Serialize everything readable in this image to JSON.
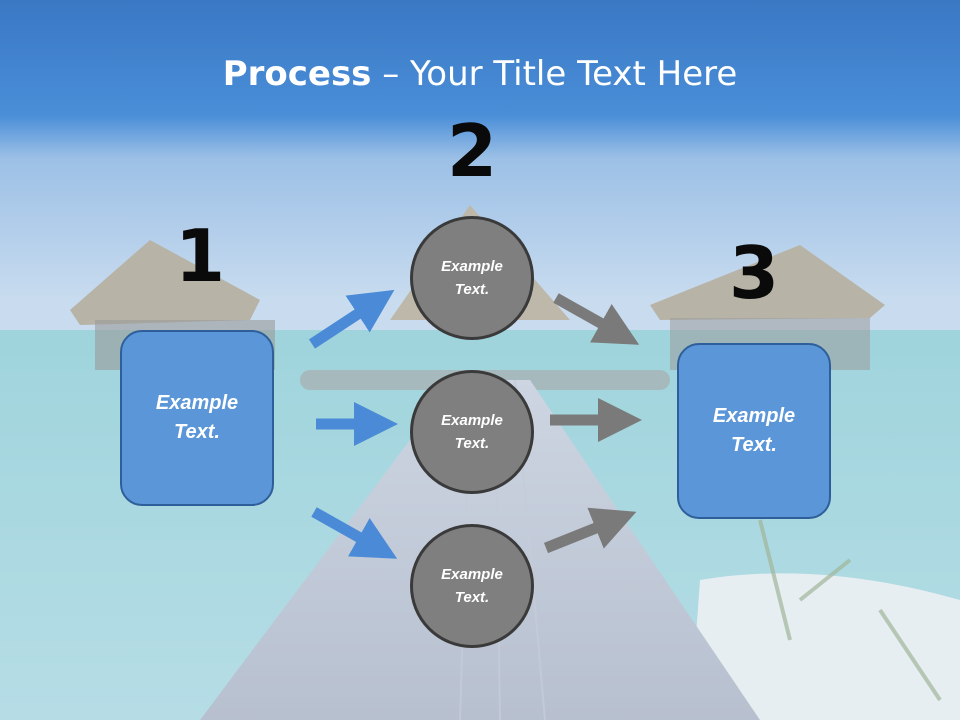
{
  "title": {
    "bold": "Process",
    "rest": " – Your Title Text Here"
  },
  "steps": [
    {
      "number": "1",
      "text": "Example Text."
    },
    {
      "number": "2",
      "circles": [
        "Example Text.",
        "Example Text.",
        "Example Text."
      ]
    },
    {
      "number": "3",
      "text": "Example Text."
    }
  ],
  "colors": {
    "box_fill": "#5a96d8",
    "box_border": "#2f5f9a",
    "circle_fill": "#7f7f7f",
    "circle_border": "#3a3a3a",
    "arrow_blue": "#4a8ad6",
    "arrow_gray": "#7a7a7a",
    "title_band": "#3f86d2"
  }
}
